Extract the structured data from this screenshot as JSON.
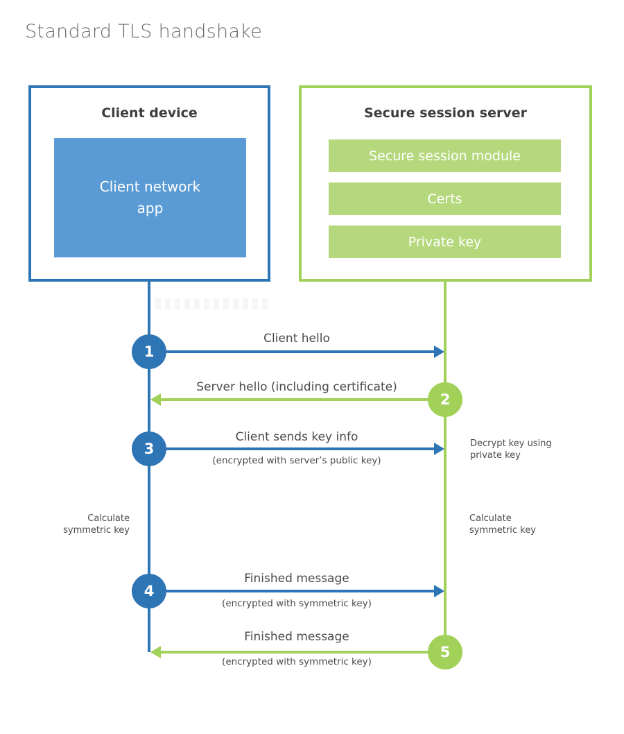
{
  "title": "Standard TLS handshake",
  "colors": {
    "blue": "#2e75b6",
    "blue_fill": "#5b9bd5",
    "green": "#a1d158",
    "green_fill": "#b5d87d",
    "text_dark": "#3d3d3d",
    "text_gray": "#4a4a4a",
    "title_gray": "#6a6a6a"
  },
  "client": {
    "title": "Client device",
    "app_label": "Client network\napp"
  },
  "server": {
    "title": "Secure session server",
    "modules": [
      {
        "label": "Secure session module"
      },
      {
        "label": "Certs"
      },
      {
        "label": "Private key"
      }
    ]
  },
  "steps": [
    {
      "num": "1",
      "from": "client",
      "label": "Client hello",
      "sublabel": ""
    },
    {
      "num": "2",
      "from": "server",
      "label": "Server hello (including certificate)",
      "sublabel": ""
    },
    {
      "num": "3",
      "from": "client",
      "label": "Client sends key info",
      "sublabel": "(encrypted with server’s public key)"
    },
    {
      "num": "4",
      "from": "client",
      "label": "Finished message",
      "sublabel": "(encrypted with symmetric key)"
    },
    {
      "num": "5",
      "from": "server",
      "label": "Finished message",
      "sublabel": "(encrypted with symmetric key)"
    }
  ],
  "annotations": {
    "decrypt": "Decrypt key using\nprivate key",
    "calc_left": "Calculate\nsymmetric key",
    "calc_right": "Calculate\nsymmetric key"
  }
}
